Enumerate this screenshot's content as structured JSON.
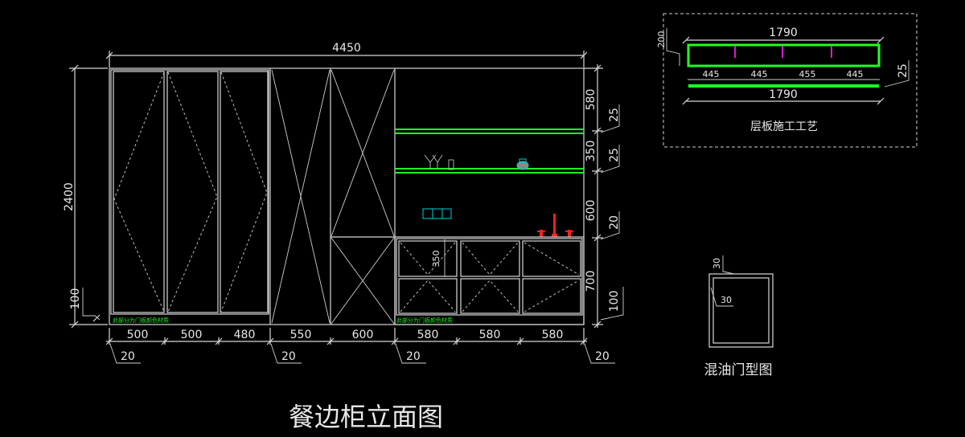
{
  "title": "餐边柜立面图",
  "overall_width": "4450",
  "overall_height": "2400",
  "plinth_height": "100",
  "material_note": "此部分为门板颜色材质",
  "bottom_dims": [
    "500",
    "500",
    "480",
    "550",
    "600",
    "580",
    "580",
    "580"
  ],
  "gap_dims": [
    "20",
    "20",
    "20",
    "20"
  ],
  "right_dims": [
    "580",
    "350",
    "600",
    "700"
  ],
  "right_small_dims": [
    "25",
    "25",
    "20",
    "100"
  ],
  "drawer_height": "350",
  "shelf_detail": {
    "caption": "层板施工工艺",
    "length_top": "1790",
    "length_bottom": "1790",
    "depth": "200",
    "thickness": "25",
    "segments": [
      "445",
      "445",
      "455",
      "445"
    ]
  },
  "door_detail": {
    "caption": "混油门型图",
    "frame_top": "30",
    "frame_side": "30"
  },
  "colors": {
    "shelf": "#22ff22",
    "fixture": "#ff2020",
    "accent": "#00d0d0",
    "divider": "#d020d0"
  }
}
